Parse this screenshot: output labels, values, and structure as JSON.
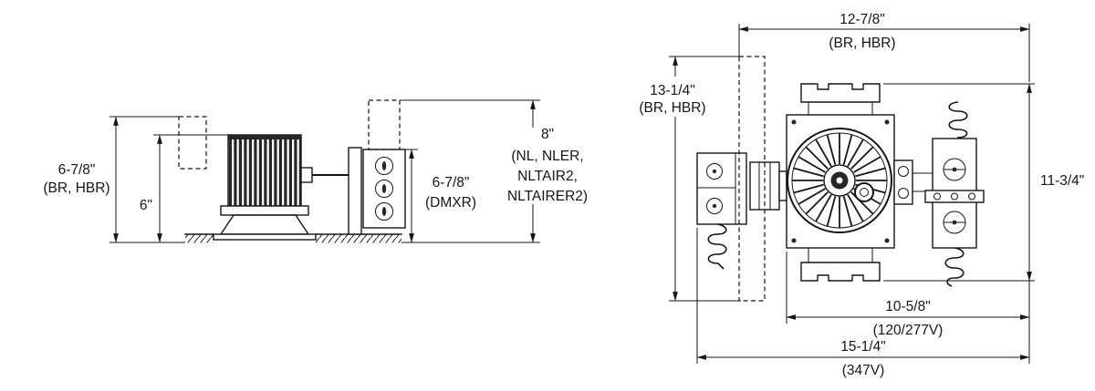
{
  "colors": {
    "ink": "#161616",
    "background": "#ffffff"
  },
  "side_view": {
    "dim_overall": {
      "value": "6-7/8\"",
      "variant": "(BR, HBR)"
    },
    "dim_recess": {
      "value": "6\""
    },
    "dim_dmxr": {
      "value": "6-7/8\"",
      "variant": "(DMXR)"
    },
    "dim_nl": {
      "value": "8\"",
      "variant1": "(NL, NLER,",
      "variant2": "NLTAIR2,",
      "variant3": "NLTAIRER2)"
    }
  },
  "top_view": {
    "dim_width_top": {
      "value": "12-7/8\"",
      "variant": "(BR, HBR)"
    },
    "dim_height_left": {
      "value": "13-1/4\"",
      "variant": "(BR, HBR)"
    },
    "dim_height_right": {
      "value": "11-3/4\""
    },
    "dim_width_120": {
      "value": "10-5/8\"",
      "variant": "(120/277V)"
    },
    "dim_width_347": {
      "value": "15-1/4\"",
      "variant": "(347V)"
    }
  }
}
